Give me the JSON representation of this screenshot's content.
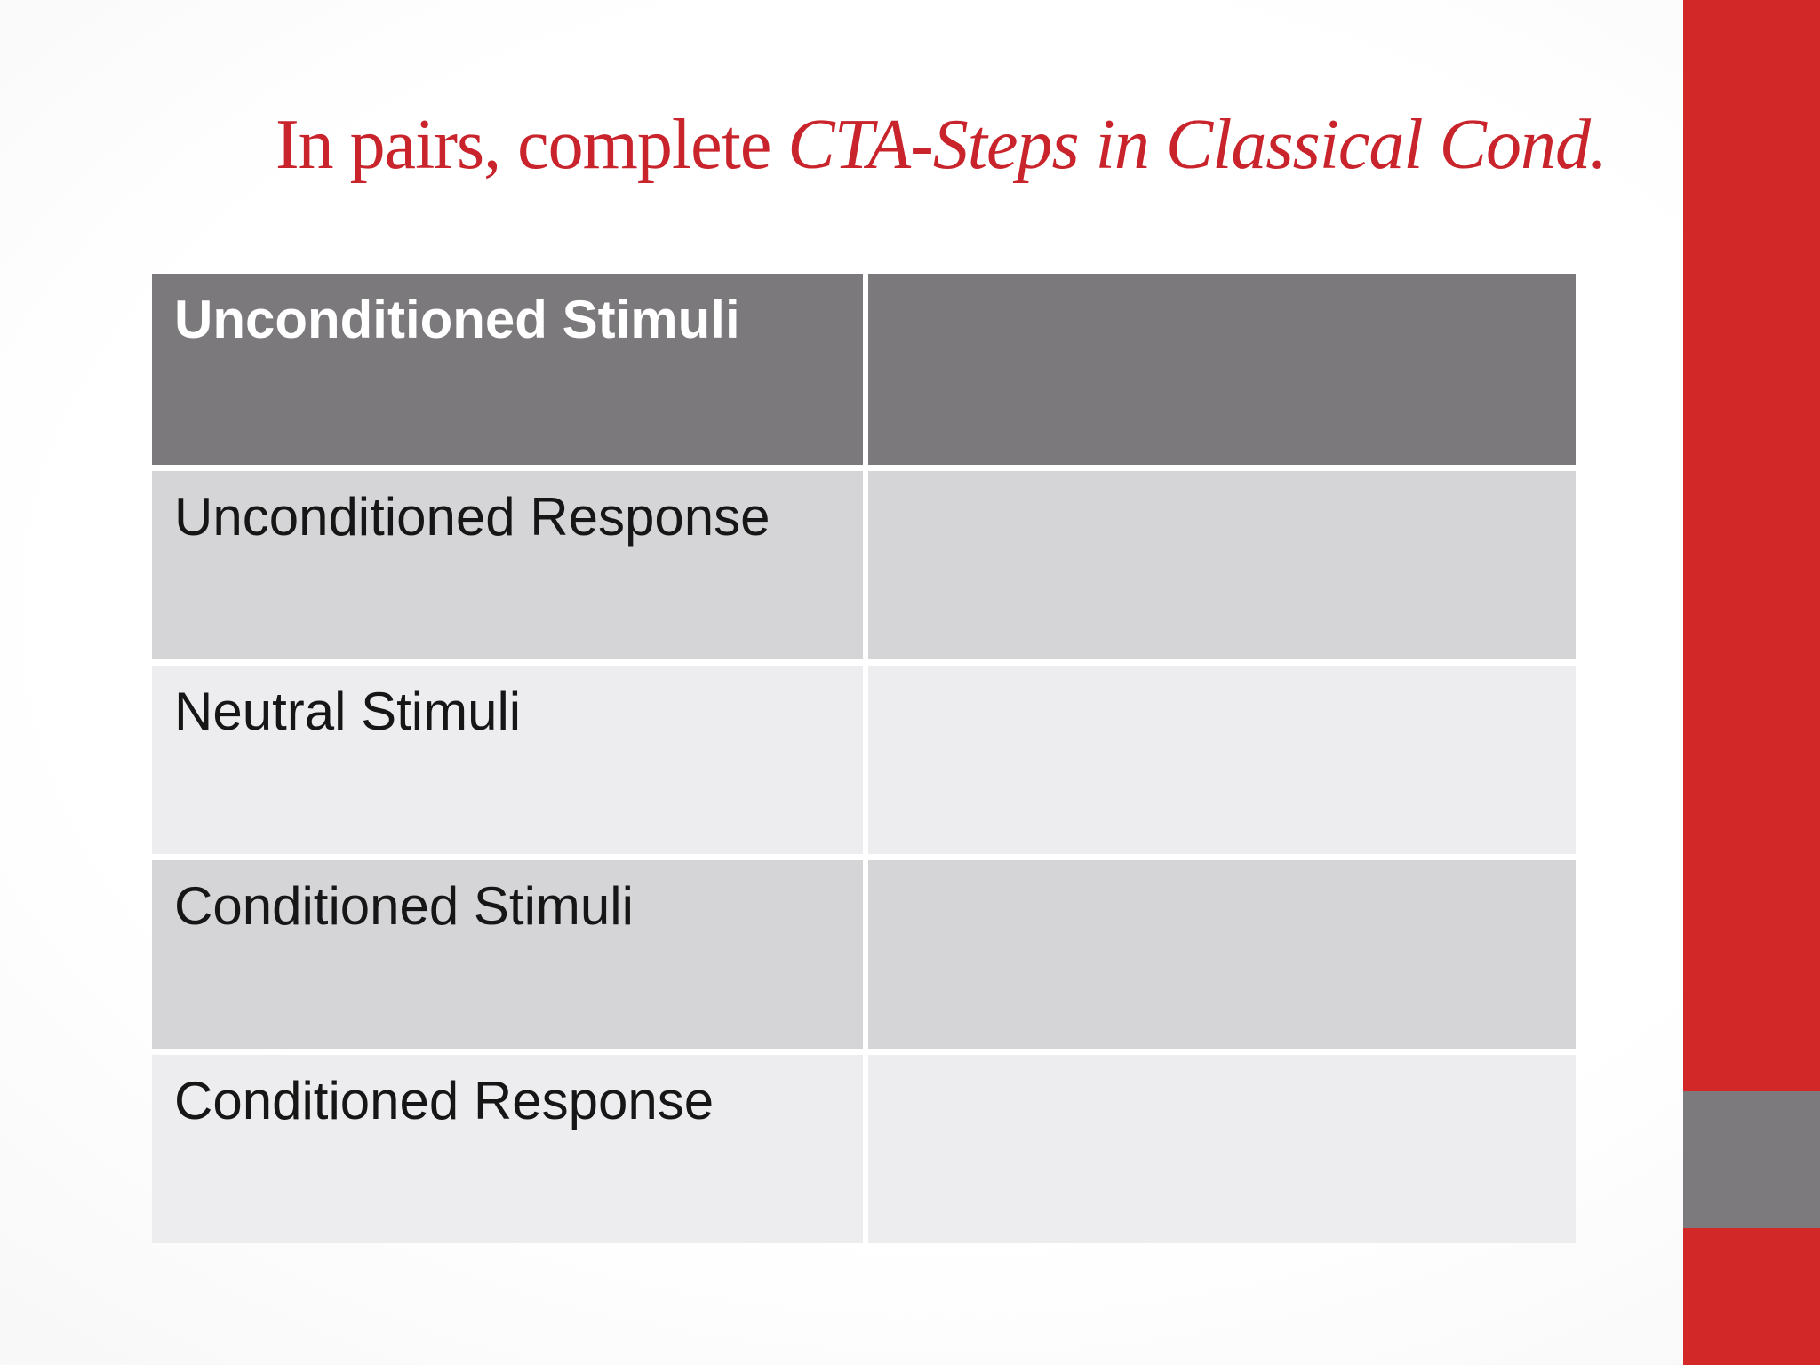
{
  "slide": {
    "title": {
      "prefix": "In pairs, complete ",
      "emphasis": "CTA-Steps in Classical Cond."
    },
    "table": {
      "rows": [
        {
          "label": "Unconditioned Stimuli",
          "value": ""
        },
        {
          "label": "Unconditioned Response",
          "value": ""
        },
        {
          "label": "Neutral Stimuli",
          "value": ""
        },
        {
          "label": "Conditioned Stimuli",
          "value": ""
        },
        {
          "label": "Conditioned Response",
          "value": ""
        }
      ]
    },
    "colors": {
      "accent_red": "#C9242C",
      "bar_red": "#D22828",
      "header_gray": "#7B797B",
      "row_gray_dark": "#D5D4D6",
      "row_gray_light": "#EDECEE",
      "square_gray": "#7C7A7C"
    }
  }
}
